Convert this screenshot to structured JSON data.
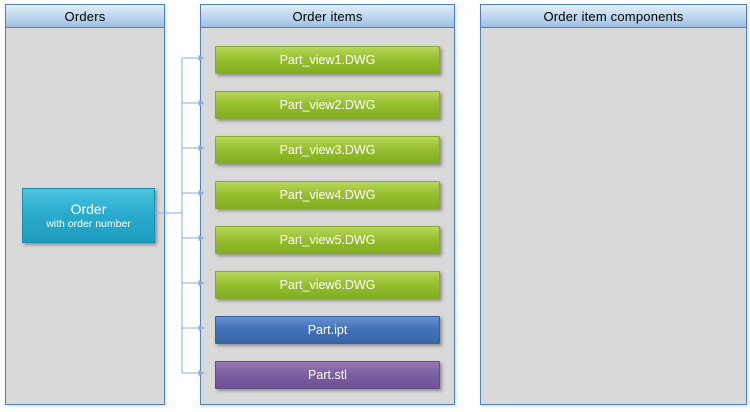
{
  "panels": {
    "orders": {
      "title": "Orders",
      "order_node": {
        "label": "Order",
        "sublabel": "with  order number"
      }
    },
    "order_items": {
      "title": "Order items",
      "items": [
        {
          "label": "Part_view1.DWG",
          "color": "#97c02f"
        },
        {
          "label": "Part_view2.DWG",
          "color": "#97c02f"
        },
        {
          "label": "Part_view3.DWG",
          "color": "#97c02f"
        },
        {
          "label": "Part_view4.DWG",
          "color": "#97c02f"
        },
        {
          "label": "Part_view5.DWG",
          "color": "#97c02f"
        },
        {
          "label": "Part_view6.DWG",
          "color": "#97c02f"
        },
        {
          "label": "Part.ipt",
          "color": "#4472b8"
        },
        {
          "label": "Part.stl",
          "color": "#7d60a3"
        }
      ]
    },
    "order_item_components": {
      "title": "Order item components"
    }
  },
  "colors": {
    "panel_border": "#4f81bd",
    "panel_background": "#d9d9d9",
    "header_gradient_top": "#e3eefa",
    "header_gradient_bottom": "#9fc0e6",
    "order_node_teal": "#2babce",
    "item_green": "#97c02f",
    "item_blue": "#4472b8",
    "item_purple": "#7d60a3",
    "connector_blue": "#84aede",
    "bar_text": "#ffffff",
    "header_text": "#000000"
  }
}
